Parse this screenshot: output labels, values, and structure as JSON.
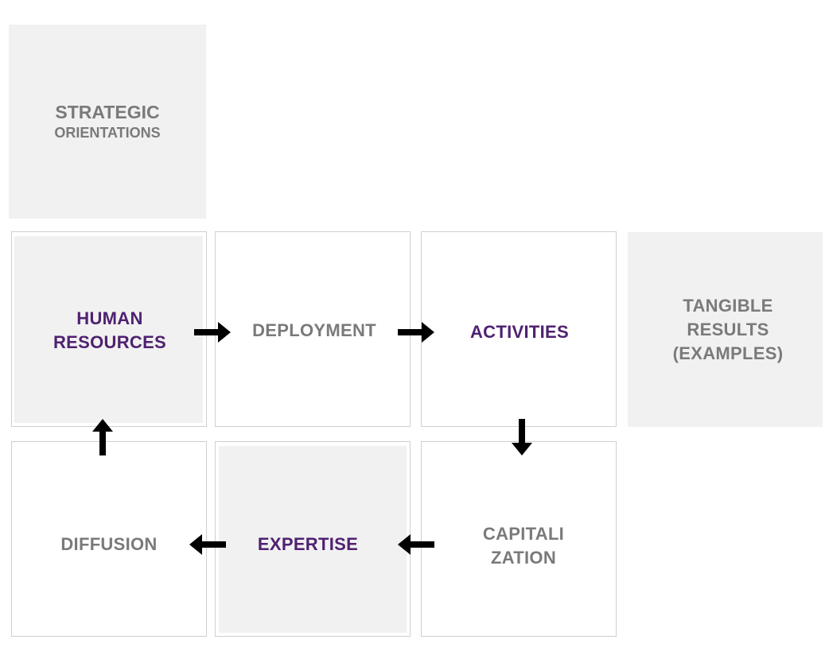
{
  "colors": {
    "purple": "#4f2170",
    "gray": "#7a7a7a",
    "panel": "#f1f1f1",
    "border": "#cfcfcf",
    "arrow": "#000000"
  },
  "strategic": {
    "line1": "STRATEGIC",
    "line2": "ORIENTATIONS"
  },
  "nodes": {
    "human_resources": "HUMAN\nRESOURCES",
    "deployment": "DEPLOYMENT",
    "activities": "ACTIVITIES",
    "tangible_results": "TANGIBLE\nRESULTS\n(EXAMPLES)",
    "capitalization": "CAPITALI\nZATION",
    "expertise": "EXPERTISE",
    "diffusion": "DIFFUSION"
  },
  "arrows": [
    {
      "from": "HUMAN RESOURCES",
      "to": "DEPLOYMENT",
      "direction": "right"
    },
    {
      "from": "DEPLOYMENT",
      "to": "ACTIVITIES",
      "direction": "right"
    },
    {
      "from": "ACTIVITIES",
      "to": "CAPITALIZATION",
      "direction": "down"
    },
    {
      "from": "CAPITALIZATION",
      "to": "EXPERTISE",
      "direction": "left"
    },
    {
      "from": "EXPERTISE",
      "to": "DIFFUSION",
      "direction": "left"
    },
    {
      "from": "DIFFUSION",
      "to": "HUMAN RESOURCES",
      "direction": "up"
    }
  ]
}
